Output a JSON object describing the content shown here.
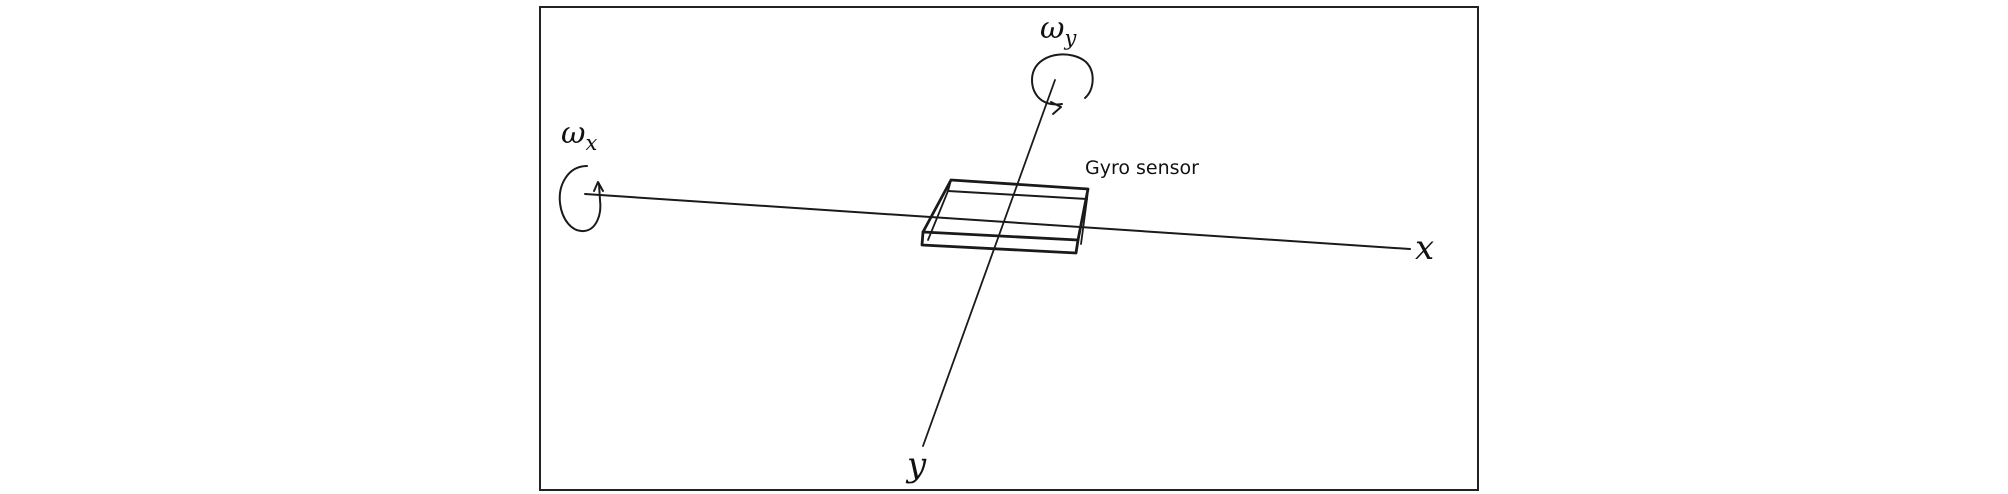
{
  "labels": {
    "sensor": "Gyro sensor",
    "x_axis": "x",
    "y_axis": "y",
    "omega": "ω",
    "omega_x_sub": "x",
    "omega_y_sub": "y"
  },
  "colors": {
    "ink": "#1a1a1a",
    "background": "#ffffff"
  }
}
